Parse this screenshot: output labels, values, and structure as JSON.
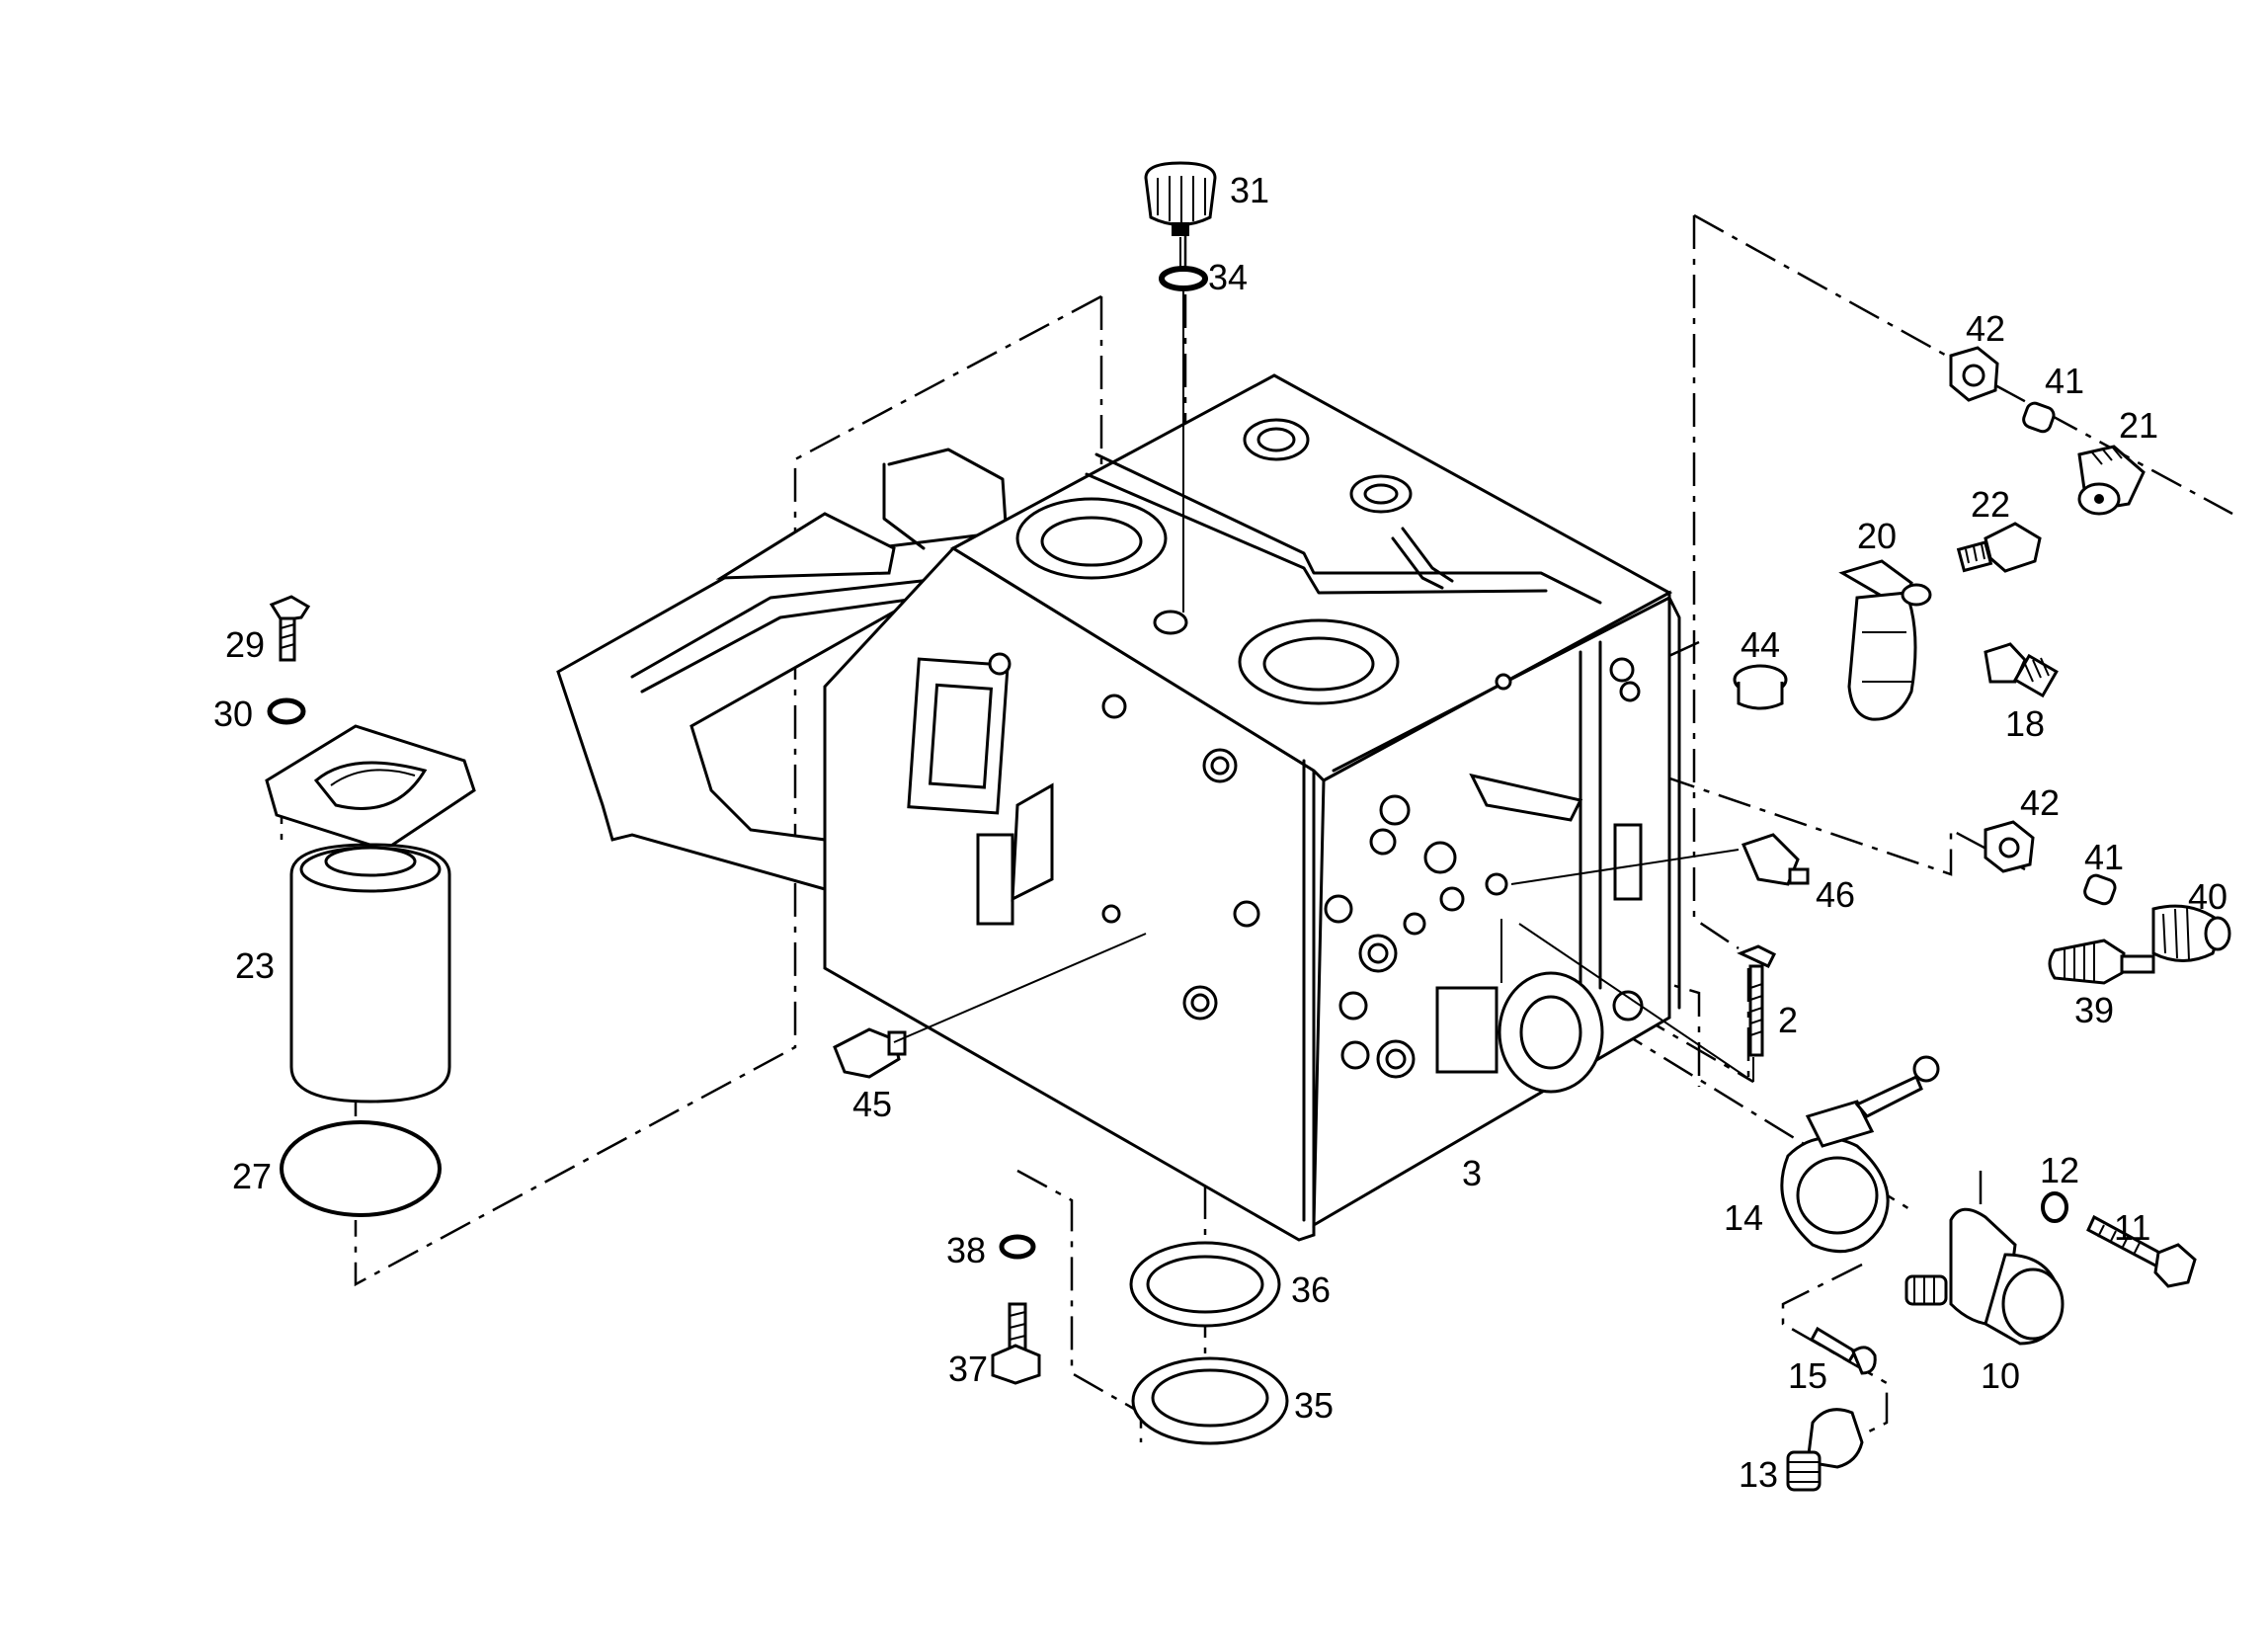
{
  "labels": {
    "p2": "2",
    "p3": "3",
    "p10": "10",
    "p11": "11",
    "p12": "12",
    "p13": "13",
    "p14": "14",
    "p15": "15",
    "p18": "18",
    "p20": "20",
    "p21": "21",
    "p22": "22",
    "p23": "23",
    "p27": "27",
    "p29": "29",
    "p30": "30",
    "p31": "31",
    "p34": "34",
    "p35": "35",
    "p36": "36",
    "p37": "37",
    "p38": "38",
    "p39": "39",
    "p40": "40",
    "p41a": "41",
    "p41b": "41",
    "p42a": "42",
    "p42b": "42",
    "p44": "44",
    "p45": "45",
    "p46": "46"
  }
}
